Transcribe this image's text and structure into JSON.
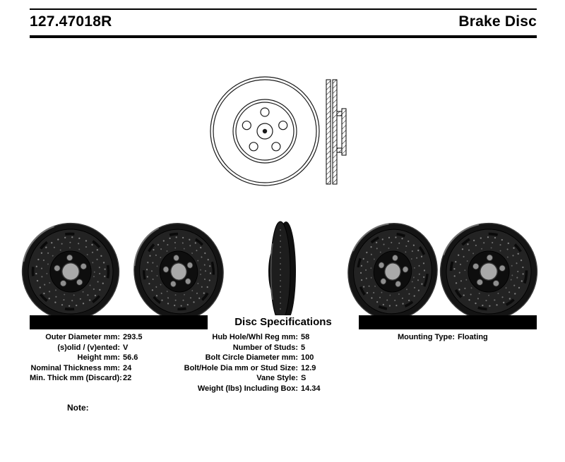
{
  "header": {
    "part_number": "127.47018R",
    "product_type": "Brake Disc"
  },
  "section": {
    "title": "Disc Specifications"
  },
  "specs": {
    "left": [
      {
        "label": "Outer Diameter mm:",
        "value": "293.5"
      },
      {
        "label": "(s)olid / (v)ented:",
        "value": "V"
      },
      {
        "label": "Height mm:",
        "value": "56.6"
      },
      {
        "label": "Nominal Thickness mm:",
        "value": "24"
      },
      {
        "label": "Min. Thick mm (Discard):",
        "value": "22"
      }
    ],
    "middle": [
      {
        "label": "Hub Hole/Whl Reg mm:",
        "value": "58"
      },
      {
        "label": "Number of Studs:",
        "value": "5"
      },
      {
        "label": "Bolt Circle Diameter mm:",
        "value": "100"
      },
      {
        "label": "Bolt/Hole Dia mm or Stud Size:",
        "value": "12.9"
      },
      {
        "label": "Vane Style:",
        "value": "S"
      },
      {
        "label": "Weight (lbs) Including Box:",
        "value": "14.34"
      }
    ],
    "right": [
      {
        "label": "Mounting Type:",
        "value": "Floating"
      }
    ]
  },
  "note": {
    "label": "Note:"
  },
  "figures": {
    "front_view": "brake-disc-front-line-drawing",
    "cross_section": "brake-disc-cross-section-line-drawing",
    "photos": [
      "rotor-front-angled-view",
      "rotor-tilted-left-view",
      "rotor-edge-view",
      "rotor-tilted-right-view",
      "rotor-front-view"
    ]
  },
  "colors": {
    "background": "#ffffff",
    "bar": "#000000",
    "text": "#000000"
  }
}
